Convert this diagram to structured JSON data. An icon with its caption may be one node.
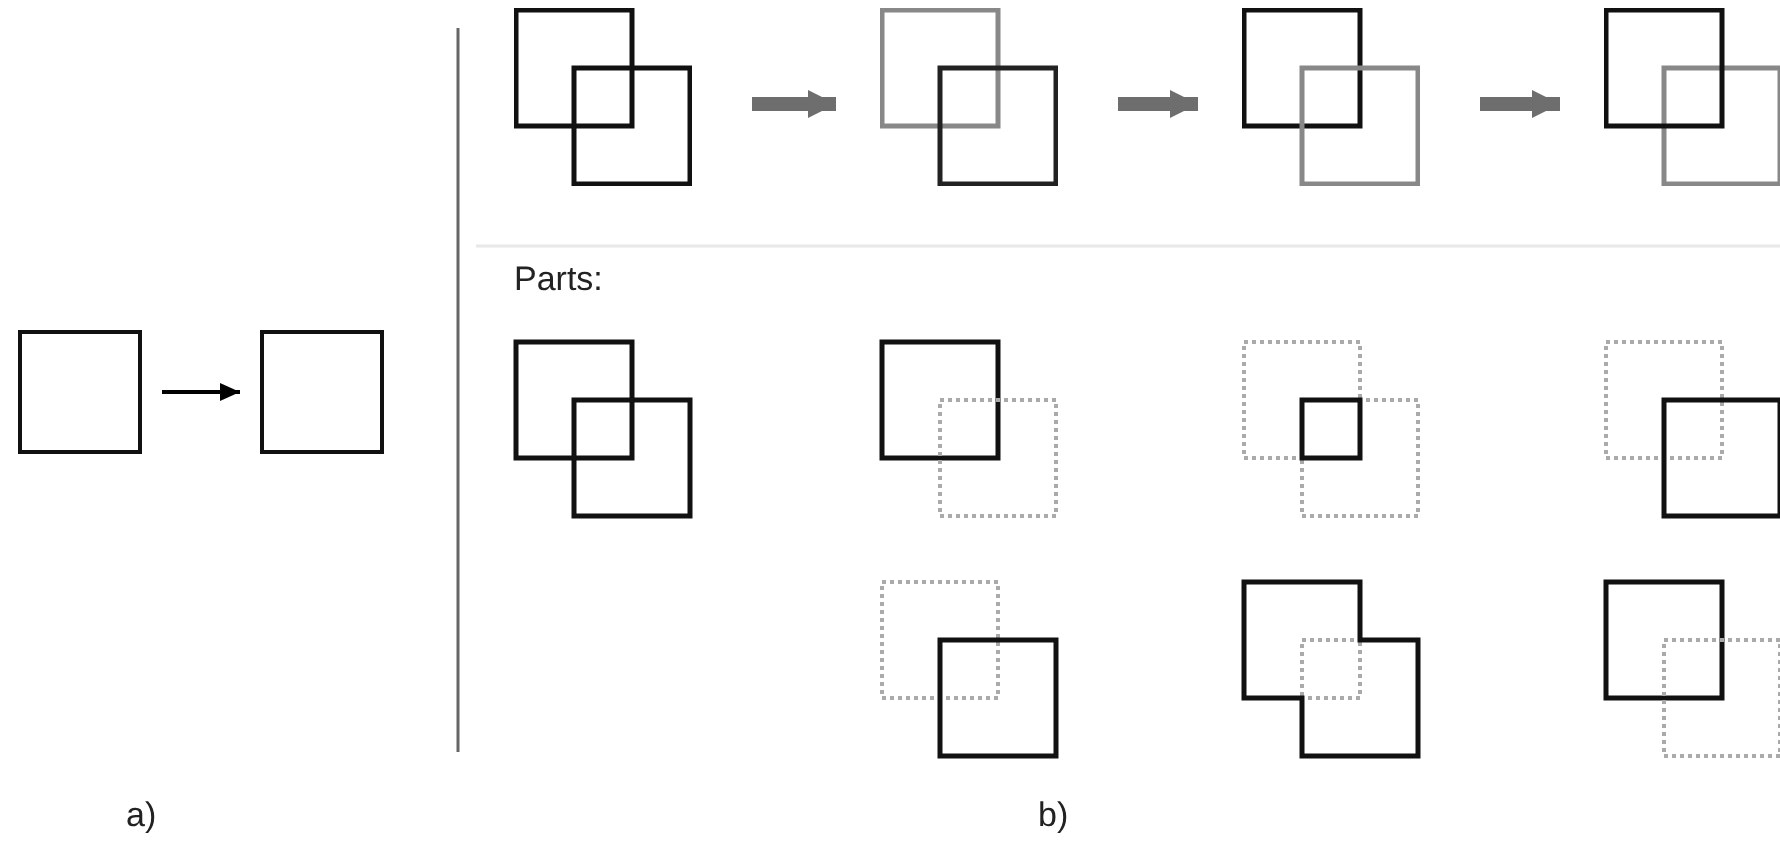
{
  "diagram": {
    "nodes": [
      {
        "text": [],
        "shape": "box"
      },
      {
        "text": [],
        "shape": "box"
      },
      {
        "text": [],
        "shape": "picture"
      },
      {
        "text": [],
        "shape": "picture"
      },
      {
        "text": [],
        "shape": "picture"
      },
      {
        "text": [],
        "shape": "picture"
      }
    ],
    "edges": [
      {
        "from": 0,
        "to": 1,
        "arrow": "to",
        "color": "#000000"
      },
      {
        "from": 2,
        "to": 3,
        "arrow": "to"
      },
      {
        "from": 3,
        "to": 4,
        "arrow": "to"
      },
      {
        "from": 4,
        "to": 5,
        "arrow": "to"
      }
    ],
    "labels": [
      "Parts:",
      "a)",
      "b)"
    ]
  }
}
